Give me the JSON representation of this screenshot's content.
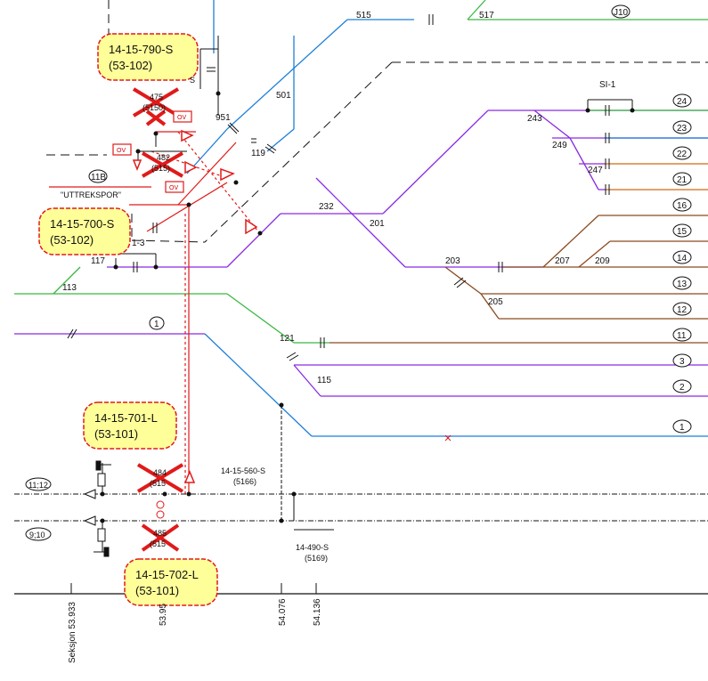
{
  "colors": {
    "purple": "#8a2be2",
    "blue": "#1e7fd8",
    "green": "#3cb843",
    "orange": "#e08a1a",
    "brown": "#8b4a1e",
    "red": "#e01a1a",
    "black": "#111111",
    "cloud_fill": "#ffff99"
  },
  "clouds": {
    "c790": {
      "line1": "14-15-790-S",
      "line2": "(53-102)"
    },
    "c700": {
      "line1": "14-15-700-S",
      "line2": "(53-102)"
    },
    "c701": {
      "line1": "14-15-701-L",
      "line2": "(53-101)"
    },
    "c702": {
      "line1": "14-15-702-L",
      "line2": "(53-101)"
    }
  },
  "track_numbers": {
    "n24": "24",
    "n23": "23",
    "n22": "22",
    "n21": "21",
    "n16": "16",
    "n15": "15",
    "n14": "14",
    "n13": "13",
    "n12": "12",
    "n11": "11",
    "n3": "3",
    "n2": "2",
    "n1": "1",
    "n1_mid": "1",
    "j10": "J10",
    "n11b": "11B"
  },
  "labels": {
    "l515": "515",
    "l517": "517",
    "l501": "501",
    "l951": "951",
    "l119": "119",
    "l243": "243",
    "l249": "249",
    "l247": "247",
    "l232": "232",
    "l201": "201",
    "l203": "203",
    "l207": "207",
    "l209": "209",
    "l205": "205",
    "l117": "117",
    "l113": "113",
    "l121": "121",
    "l115": "115",
    "l13": "1-3",
    "si1": "SI-1",
    "s_small": "S",
    "uttrekspor": "\"UTTREKSPOR\"",
    "sig560": "14-15-560-S",
    "sig560b": "(5166)",
    "sig490": "14-490-S",
    "sig490b": "(5169)",
    "track1112": "11;12",
    "track910": "9;10",
    "ov1": "OV",
    "ov2": "OV",
    "ov3": "OV"
  },
  "crossed": {
    "x475": "475",
    "x475b": "(5150)",
    "x482": "482",
    "x482b": "(515)",
    "x484": "484",
    "x484b": "(515",
    "x485": "485",
    "x485b": "(515"
  },
  "km": {
    "k1": "Seksjon 53.933",
    "k2": "53.95",
    "k3": "54.076",
    "k4": "54.136"
  }
}
